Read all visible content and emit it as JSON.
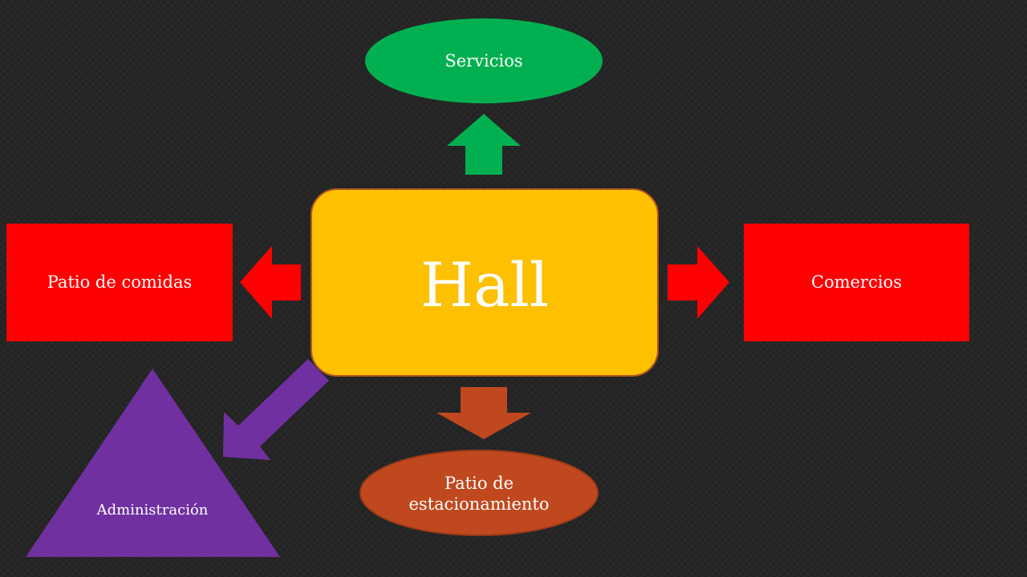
{
  "diagram": {
    "center": {
      "label": "Hall"
    },
    "nodes": {
      "top": {
        "label": "Servicios"
      },
      "left": {
        "label": "Patio de comidas"
      },
      "right": {
        "label": "Comercios"
      },
      "bottom": {
        "label": "Patio de estacionamiento"
      },
      "bottom_left": {
        "label": "Administración"
      }
    }
  },
  "colors": {
    "background": "#262626",
    "hall": "#FFC000",
    "servicios": "#00B050",
    "comidas_comercios": "#FF0000",
    "estacionamiento": "#C0481F",
    "administracion": "#7030A0"
  }
}
